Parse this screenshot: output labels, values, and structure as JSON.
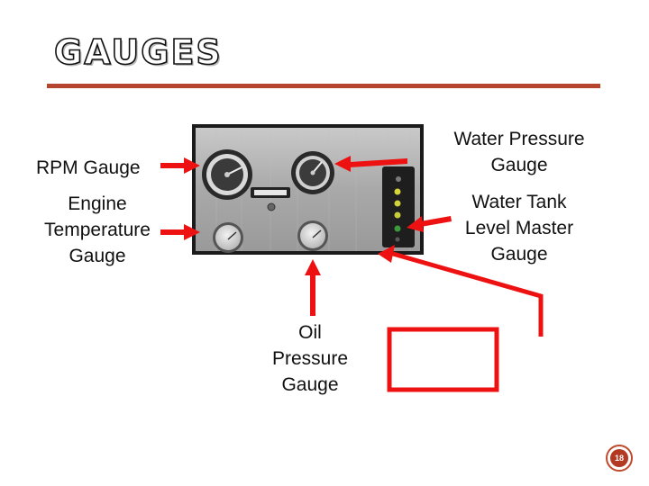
{
  "slide": {
    "title": "GAUGES",
    "page_number": "18"
  },
  "labels": {
    "rpm": [
      "RPM Gauge"
    ],
    "engine_temperature": [
      "Engine",
      "Temperature",
      "Gauge"
    ],
    "water_pressure": [
      "Water Pressure",
      "Gauge"
    ],
    "water_tank": [
      "Water Tank",
      "Level Master",
      "Gauge"
    ],
    "oil_pressure": [
      "Oil",
      "Pressure",
      "Gauge"
    ]
  },
  "colors": {
    "accent_rule": "#b5452f",
    "arrow": "#ee1111",
    "panel": "#a8a8a8"
  }
}
